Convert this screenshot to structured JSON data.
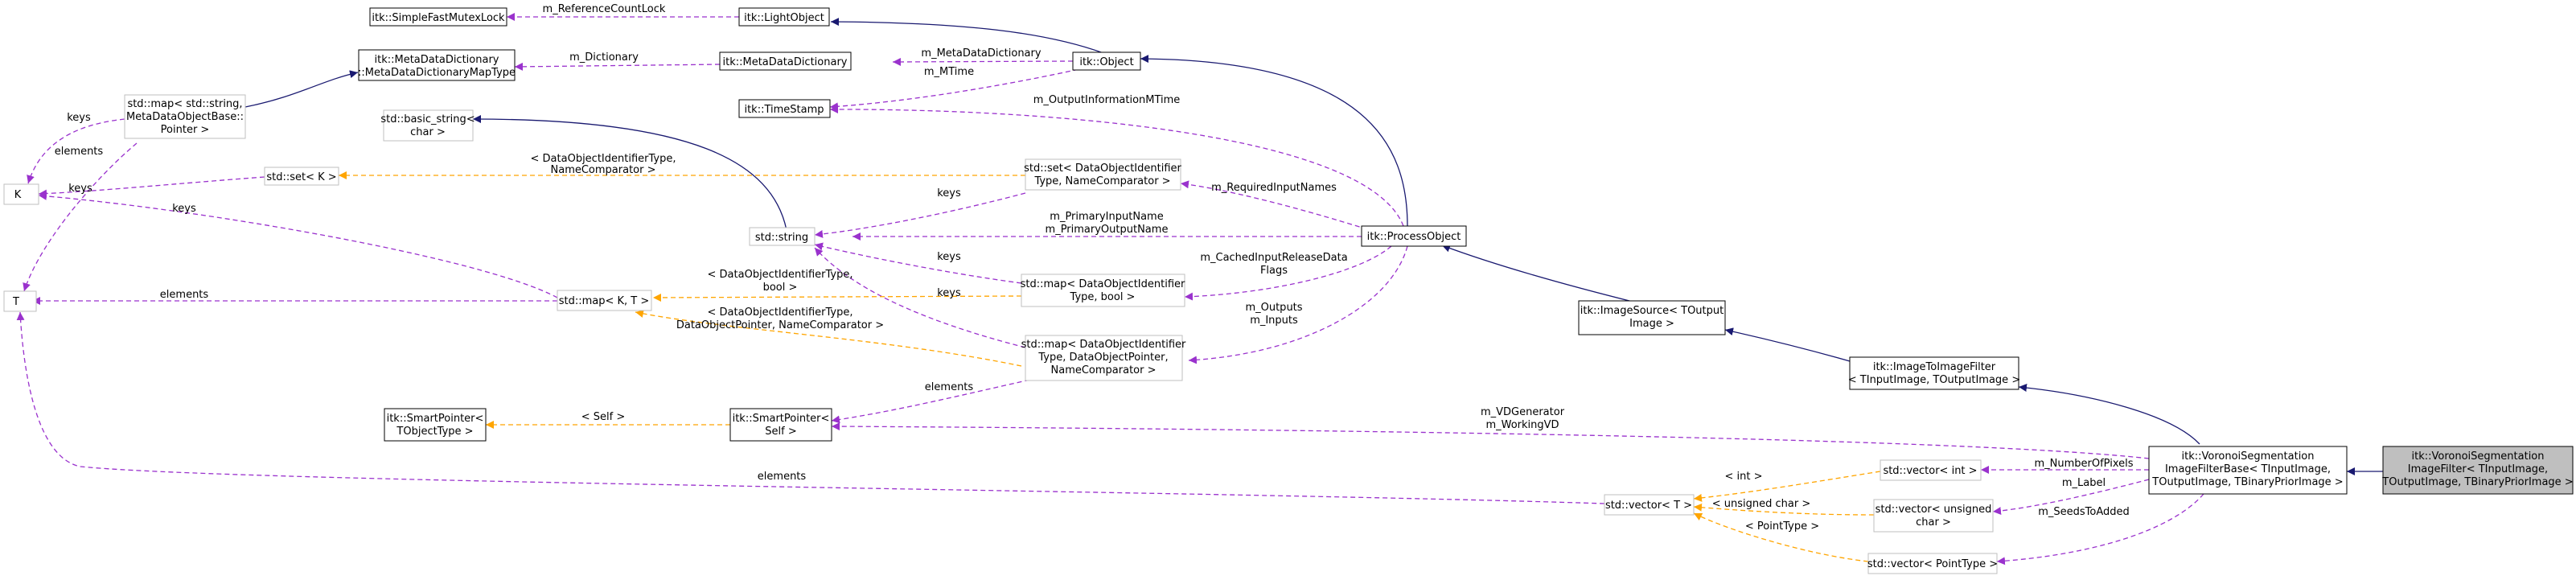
{
  "colors": {
    "inherit": "#191970",
    "usage": "#9a32cd",
    "template": "#ffa500",
    "node_border_strong": "#000000",
    "node_border_weak": "#bfbfbf",
    "focus_fill": "#bfbfbf",
    "background": "#ffffff"
  },
  "nodes": {
    "simple_fast_mutex_lock": [
      "itk::SimpleFastMutexLock"
    ],
    "light_object": [
      "itk::LightObject"
    ],
    "meta_data_dictionary_map_type": [
      "itk::MetaDataDictionary",
      "::MetaDataDictionaryMapType"
    ],
    "meta_data_dictionary": [
      "itk::MetaDataDictionary"
    ],
    "itk_object": [
      "itk::Object"
    ],
    "std_map_string": [
      "std::map< std::string,",
      "MetaDataObjectBase::",
      "Pointer >"
    ],
    "time_stamp": [
      "itk::TimeStamp"
    ],
    "basic_string": [
      "std::basic_string<",
      "char >"
    ],
    "k": [
      "K"
    ],
    "std_set_k": [
      "std::set< K >"
    ],
    "std_set_dataobject": [
      "std::set< DataObjectIdentifier",
      "Type, NameComparator >"
    ],
    "std_string": [
      "std::string"
    ],
    "process_object": [
      "itk::ProcessObject"
    ],
    "t": [
      "T"
    ],
    "std_map_k_t": [
      "std::map< K, T >"
    ],
    "std_map_bool": [
      "std::map< DataObjectIdentifier",
      "Type, bool >"
    ],
    "image_source": [
      "itk::ImageSource< TOutput",
      "Image >"
    ],
    "std_map_pointer": [
      "std::map< DataObjectIdentifier",
      "Type, DataObjectPointer,",
      "NameComparator >"
    ],
    "image_to_image_filter": [
      "itk::ImageToImageFilter",
      "< TInputImage, TOutputImage >"
    ],
    "smart_pointer_tobject": [
      "itk::SmartPointer<",
      "TObjectType >"
    ],
    "smart_pointer_self": [
      "itk::SmartPointer<",
      "Self >"
    ],
    "voronoi_base": [
      "itk::VoronoiSegmentation",
      "ImageFilterBase< TInputImage,",
      "TOutputImage, TBinaryPriorImage >"
    ],
    "voronoi_filter": [
      "itk::VoronoiSegmentation",
      "ImageFilter< TInputImage,",
      "TOutputImage, TBinaryPriorImage >"
    ],
    "std_vector_int": [
      "std::vector< int >"
    ],
    "std_vector_t": [
      "std::vector< T >"
    ],
    "std_vector_uchar": [
      "std::vector< unsigned",
      "char >"
    ],
    "std_vector_point": [
      "std::vector< PointType >"
    ]
  },
  "edge_labels": {
    "m_reference_count_lock": "m_ReferenceCountLock",
    "m_dictionary": "m_Dictionary",
    "m_meta_data_dictionary": "m_MetaDataDictionary",
    "m_mtime": "m_MTime",
    "m_output_information_mtime": "m_OutputInformationMTime",
    "keys_map": "keys",
    "elements_map": "elements",
    "keys_set": "keys",
    "keys_long": "keys",
    "elements_t": "elements",
    "set_template": [
      "< DataObjectIdentifierType,",
      "NameComparator >"
    ],
    "map_bool_template": [
      "< DataObjectIdentifierType,",
      "bool >"
    ],
    "map_pointer_template": [
      "< DataObjectIdentifierType,",
      "DataObjectPointer, NameComparator >"
    ],
    "keys_a": "keys",
    "keys_b": "keys",
    "keys_c": "keys",
    "m_required_input_names": "m_RequiredInputNames",
    "m_primary_names": [
      "m_PrimaryInputName",
      "m_PrimaryOutputName"
    ],
    "m_cached_flags": [
      "m_CachedInputReleaseData",
      "Flags"
    ],
    "m_outputs_inputs": [
      "m_Outputs",
      "m_Inputs"
    ],
    "elements_smart": "elements",
    "self_template": "< Self >",
    "m_vd_generator": [
      "m_VDGenerator",
      "m_WorkingVD"
    ],
    "elements_vector": "elements",
    "int_template": "< int >",
    "uchar_template": "< unsigned char >",
    "point_template": "< PointType >",
    "m_number_of_pixels": "m_NumberOfPixels",
    "m_label": "m_Label",
    "m_seeds_to_added": "m_SeedsToAdded"
  }
}
